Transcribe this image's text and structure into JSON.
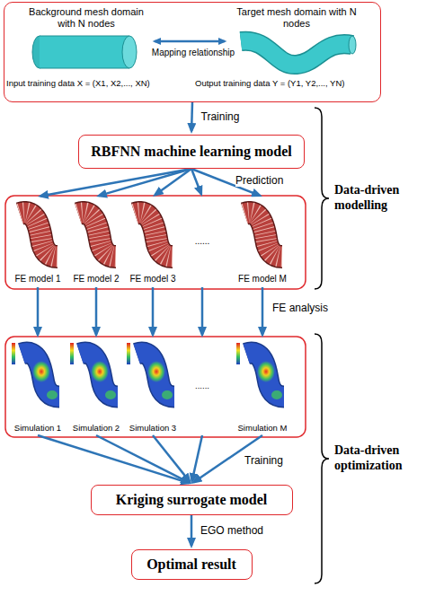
{
  "diagram": {
    "nodes": [
      {
        "text": [
          "Background mesh domain with N nodes",
          "Mapping relationship",
          "Target mesh domain with N nodes",
          "Input training data X = (X1, X2,..., XN)",
          "Output training data Y = (Y1, Y2,..., YN)"
        ]
      },
      {
        "text": [
          "RBFNN machine learning model"
        ]
      },
      {
        "text": [
          "FE model 1"
        ]
      },
      {
        "text": [
          "FE model 2"
        ]
      },
      {
        "text": [
          "FE model 3"
        ]
      },
      {
        "text": [
          "......"
        ]
      },
      {
        "text": [
          "FE model M"
        ]
      },
      {
        "text": [
          "Simulation 1"
        ]
      },
      {
        "text": [
          "Simulation 2"
        ]
      },
      {
        "text": [
          "Simulation 3"
        ]
      },
      {
        "text": [
          "......"
        ]
      },
      {
        "text": [
          "Simulation M"
        ]
      },
      {
        "text": [
          "Kriging surrogate model"
        ]
      },
      {
        "text": [
          "Optimal result"
        ]
      }
    ],
    "edges": [
      {
        "from": 0,
        "to": 1,
        "arrow": "to",
        "label": "Training"
      },
      {
        "from": 1,
        "to": 2,
        "arrow": "to"
      },
      {
        "from": 1,
        "to": 3,
        "arrow": "to"
      },
      {
        "from": 1,
        "to": 4,
        "arrow": "to"
      },
      {
        "from": 1,
        "to": 5,
        "arrow": "to"
      },
      {
        "from": 1,
        "to": 6,
        "arrow": "to"
      },
      {
        "from": 2,
        "to": 7,
        "arrow": "to"
      },
      {
        "from": 3,
        "to": 8,
        "arrow": "to"
      },
      {
        "from": 4,
        "to": 9,
        "arrow": "to"
      },
      {
        "from": 5,
        "to": 10,
        "arrow": "to"
      },
      {
        "from": 6,
        "to": 11,
        "arrow": "to"
      },
      {
        "from": 7,
        "to": 12,
        "arrow": "to"
      },
      {
        "from": 8,
        "to": 12,
        "arrow": "to"
      },
      {
        "from": 9,
        "to": 12,
        "arrow": "to"
      },
      {
        "from": 10,
        "to": 12,
        "arrow": "to"
      },
      {
        "from": 11,
        "to": 12,
        "arrow": "to"
      },
      {
        "from": 12,
        "to": 13,
        "arrow": "to",
        "label": "EGO method"
      }
    ],
    "labels": [
      "Data-driven modelling",
      "Prediction",
      "FE analysis",
      "Training",
      "Data-driven optimization"
    ]
  }
}
